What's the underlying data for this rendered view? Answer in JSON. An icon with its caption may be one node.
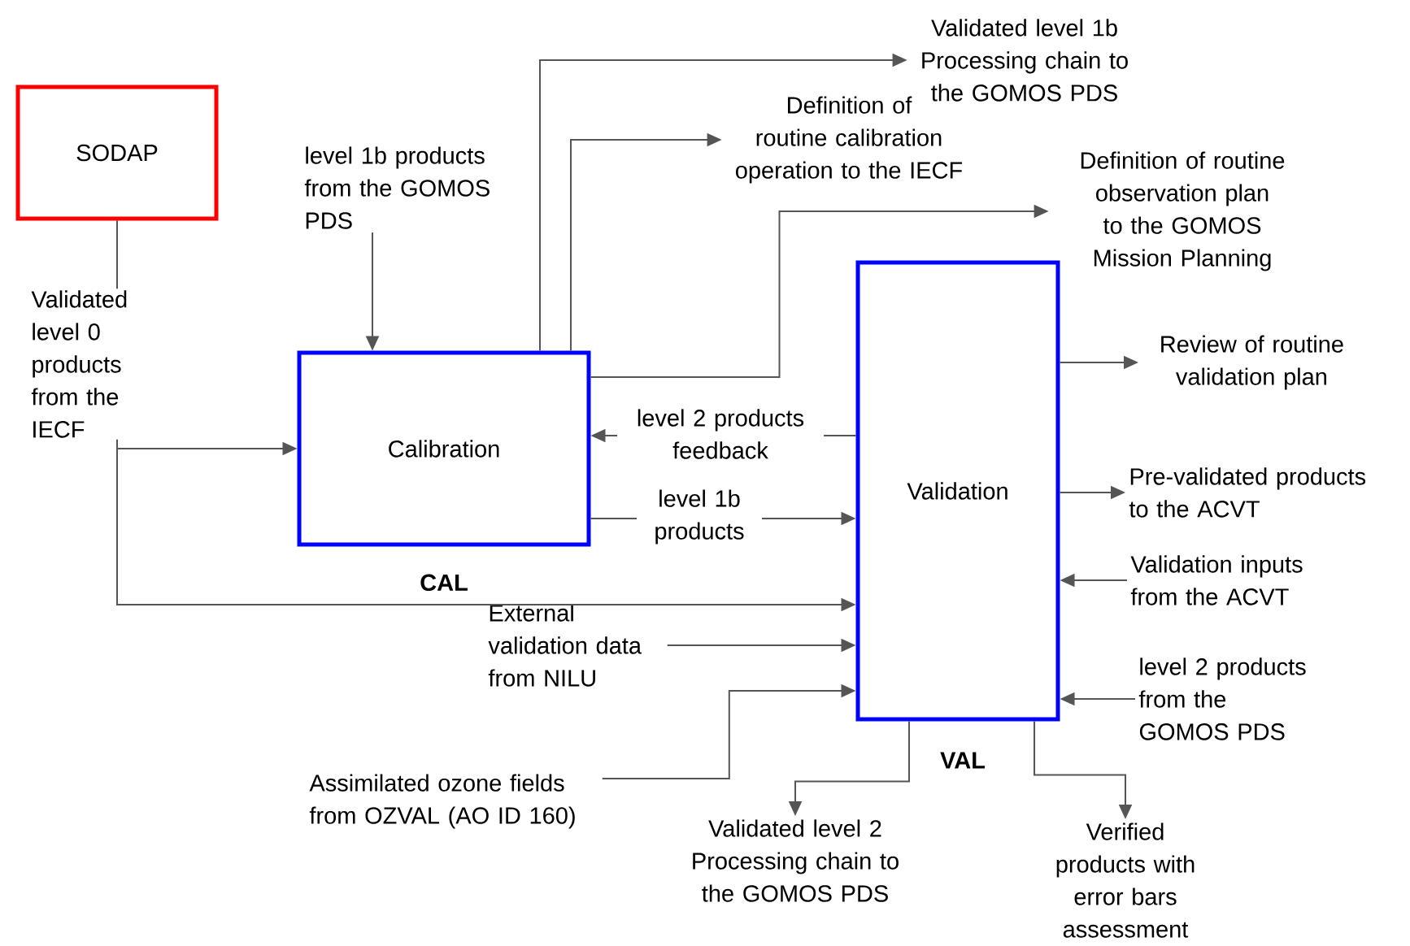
{
  "diagram": {
    "nodes": [
      {
        "text": [
          "SODAP"
        ]
      },
      {
        "text": [
          "Calibration"
        ],
        "beside": [
          "CAL"
        ]
      },
      {
        "text": [
          "Validation"
        ],
        "beside": [
          "VAL"
        ]
      },
      {
        "text": [
          "level 1b products from the GOMOS PDS"
        ]
      },
      {
        "text": [
          "Validated level 1b Processing chain to the GOMOS PDS"
        ]
      },
      {
        "text": [
          "Definition of routine calibration operation to the IECF"
        ]
      },
      {
        "text": [
          "Definition of routine observation plan to the GOMOS Mission Planning"
        ]
      },
      {
        "text": [
          "Review of routine validation plan"
        ]
      },
      {
        "text": [
          "Pre-validated products to the ACVT"
        ]
      },
      {
        "text": [
          "Validation inputs from the ACVT"
        ]
      },
      {
        "text": [
          "level 2 products from the GOMOS PDS"
        ]
      },
      {
        "text": [
          "External validation data from NILU"
        ]
      },
      {
        "text": [
          "Assimilated ozone fields from OZVAL (AO ID 160)"
        ]
      },
      {
        "text": [
          "Validated level 2 Processing chain to the GOMOS PDS"
        ]
      },
      {
        "text": [
          "Verified products with error bars assessment"
        ]
      }
    ],
    "edges": [
      {
        "from": 0,
        "to": 1,
        "arrow": "to",
        "label": "Validated level 0 products from the IECF"
      },
      {
        "from": 0,
        "to": 2,
        "arrow": "to"
      },
      {
        "from": 3,
        "to": 1,
        "arrow": "to"
      },
      {
        "from": 1,
        "to": 4,
        "arrow": "to"
      },
      {
        "from": 1,
        "to": 5,
        "arrow": "to"
      },
      {
        "from": 1,
        "to": 6,
        "arrow": "to"
      },
      {
        "from": 2,
        "to": 1,
        "arrow": "to",
        "label": "level 2 products feedback"
      },
      {
        "from": 1,
        "to": 2,
        "arrow": "to",
        "label": "level 1b products"
      },
      {
        "from": 2,
        "to": 7,
        "arrow": "to"
      },
      {
        "from": 2,
        "to": 8,
        "arrow": "to"
      },
      {
        "from": 9,
        "to": 2,
        "arrow": "to"
      },
      {
        "from": 10,
        "to": 2,
        "arrow": "to"
      },
      {
        "from": 11,
        "to": 2,
        "arrow": "to"
      },
      {
        "from": 12,
        "to": 2,
        "arrow": "to"
      },
      {
        "from": 2,
        "to": 13,
        "arrow": "to"
      },
      {
        "from": 2,
        "to": 14,
        "arrow": "to"
      }
    ]
  }
}
